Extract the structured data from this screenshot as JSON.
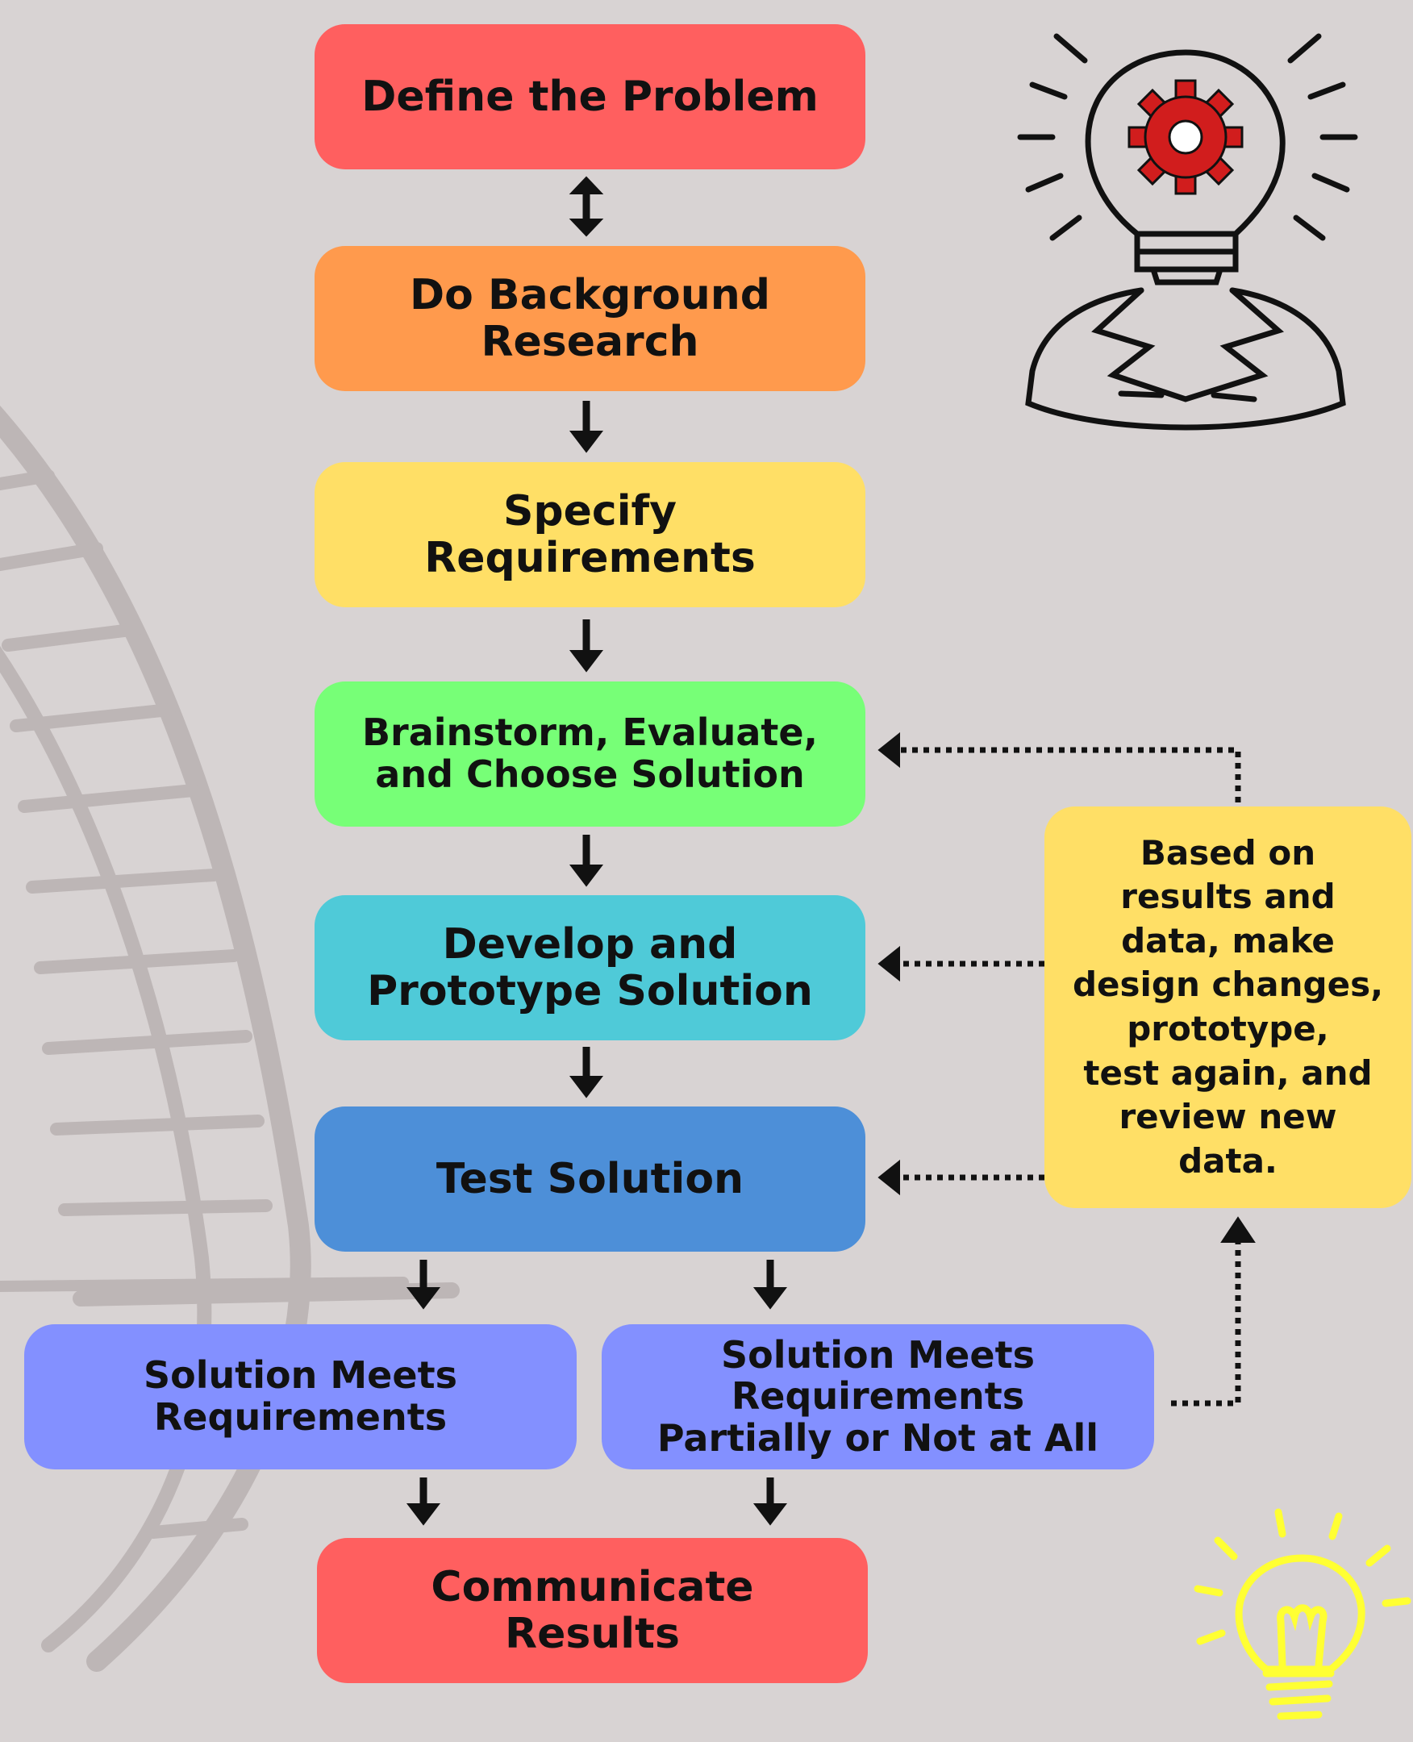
{
  "colors": {
    "background": "#d8d3d3",
    "red": "#ff5f5f",
    "orange": "#ff9a4d",
    "yellow": "#ffdf66",
    "green": "#77ff77",
    "cyan": "#4fcad8",
    "blue": "#4d8fd8",
    "violet": "#8390ff",
    "gear": "#d11d1d",
    "bulb_yellow": "#ffff33"
  },
  "steps": {
    "define": "Define the Problem",
    "research": "Do Background\nResearch",
    "requirements": "Specify\nRequirements",
    "brainstorm": "Brainstorm, Evaluate,\nand Choose Solution",
    "develop": "Develop and\nPrototype Solution",
    "test": "Test Solution",
    "meets": "Solution Meets\nRequirements",
    "partial": "Solution Meets\nRequirements\nPartially or Not at All",
    "communicate": "Communicate\nResults"
  },
  "feedback": {
    "note": "Based on\nresults and\ndata, make\ndesign changes,\nprototype,\ntest again, and\nreview new\ndata."
  },
  "icons": {
    "top_right": "scientist-lightbulb-gear-icon",
    "bottom_right": "yellow-lightbulb-icon"
  }
}
